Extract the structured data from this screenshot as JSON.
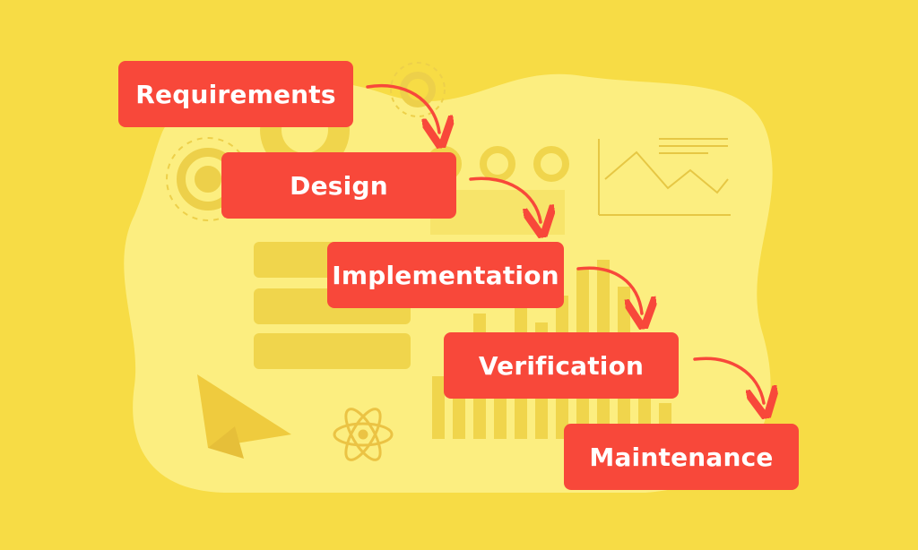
{
  "colors": {
    "background": "#F7DC45",
    "blob": "#FCEE80",
    "muted_shapes": "#F0D54C",
    "step_fill": "#F8483A",
    "step_text": "#FFFFFF",
    "arrow": "#F8483A"
  },
  "steps": [
    {
      "label": "Requirements"
    },
    {
      "label": "Design"
    },
    {
      "label": "Implementation"
    },
    {
      "label": "Verification"
    },
    {
      "label": "Maintenance"
    }
  ],
  "decorations": [
    "gear-icon",
    "paper-plane-icon",
    "atom-icon",
    "line-chart-icon",
    "bar-chart-icon",
    "circle-icon"
  ]
}
